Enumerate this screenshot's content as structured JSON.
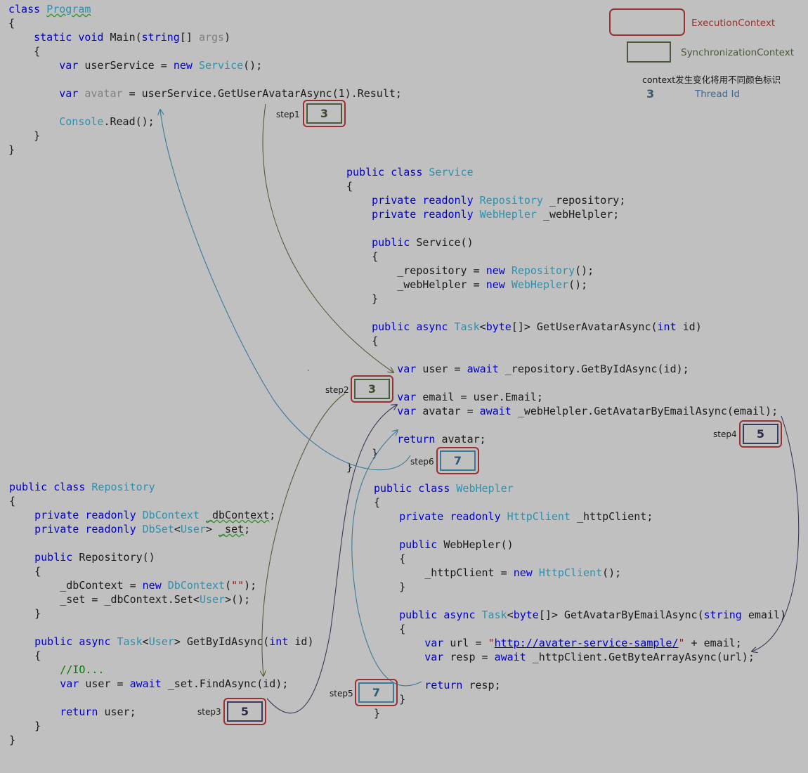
{
  "colors": {
    "background": "#c0c0c0",
    "execution_context": "#9a3030",
    "synchronization_context": "#4a5a3a",
    "keyword": "#0000d0",
    "type": "#2b91af",
    "comment": "#008000",
    "string": "#a31515",
    "arrow_olive": "#5a5a3a",
    "arrow_teal": "#3a7a9a",
    "arrow_dark": "#3a3a5a"
  },
  "legend": {
    "execution_context_label": "ExecutionContext",
    "synchronization_context_label": "SynchronizationContext",
    "note": "context发生变化将用不同颜色标识",
    "thread_sample": "3",
    "thread_id_label": "Thread Id"
  },
  "code": {
    "program": [
      [
        {
          "t": "class ",
          "c": "kw"
        },
        {
          "t": "Program",
          "c": "ty squig"
        }
      ],
      [
        {
          "t": "{"
        }
      ],
      [
        {
          "t": "    "
        },
        {
          "t": "static void ",
          "c": "kw"
        },
        {
          "t": "Main("
        },
        {
          "t": "string",
          "c": "kw"
        },
        {
          "t": "[] "
        },
        {
          "t": "args",
          "c": "gr"
        },
        {
          "t": ")"
        }
      ],
      [
        {
          "t": "    {"
        }
      ],
      [
        {
          "t": "        "
        },
        {
          "t": "var ",
          "c": "kw"
        },
        {
          "t": "userService = "
        },
        {
          "t": "new ",
          "c": "kw"
        },
        {
          "t": "Service",
          "c": "ty"
        },
        {
          "t": "();"
        }
      ],
      [
        {
          "t": ""
        }
      ],
      [
        {
          "t": "        "
        },
        {
          "t": "var ",
          "c": "kw"
        },
        {
          "t": "avatar",
          "c": "gr"
        },
        {
          "t": " = userService.GetUserAvatarAsync(1).Result;"
        }
      ],
      [
        {
          "t": ""
        }
      ],
      [
        {
          "t": "        "
        },
        {
          "t": "Console",
          "c": "ty"
        },
        {
          "t": ".Read();"
        }
      ],
      [
        {
          "t": "    }"
        }
      ],
      [
        {
          "t": "}"
        }
      ]
    ],
    "service": [
      [
        {
          "t": "public class ",
          "c": "kw"
        },
        {
          "t": "Service",
          "c": "ty"
        }
      ],
      [
        {
          "t": "{"
        }
      ],
      [
        {
          "t": "    "
        },
        {
          "t": "private readonly ",
          "c": "kw"
        },
        {
          "t": "Repository",
          "c": "ty"
        },
        {
          "t": " _repository;"
        }
      ],
      [
        {
          "t": "    "
        },
        {
          "t": "private readonly ",
          "c": "kw"
        },
        {
          "t": "WebHepler",
          "c": "ty"
        },
        {
          "t": " _webHelpler;"
        }
      ],
      [
        {
          "t": ""
        }
      ],
      [
        {
          "t": "    "
        },
        {
          "t": "public ",
          "c": "kw"
        },
        {
          "t": "Service()"
        }
      ],
      [
        {
          "t": "    {"
        }
      ],
      [
        {
          "t": "        _repository = "
        },
        {
          "t": "new ",
          "c": "kw"
        },
        {
          "t": "Repository",
          "c": "ty"
        },
        {
          "t": "();"
        }
      ],
      [
        {
          "t": "        _webHelpler = "
        },
        {
          "t": "new ",
          "c": "kw"
        },
        {
          "t": "WebHepler",
          "c": "ty"
        },
        {
          "t": "();"
        }
      ],
      [
        {
          "t": "    }"
        }
      ],
      [
        {
          "t": ""
        }
      ],
      [
        {
          "t": "    "
        },
        {
          "t": "public async ",
          "c": "kw"
        },
        {
          "t": "Task",
          "c": "ty"
        },
        {
          "t": "<"
        },
        {
          "t": "byte",
          "c": "kw"
        },
        {
          "t": "[]> GetUserAvatarAsync("
        },
        {
          "t": "int ",
          "c": "kw"
        },
        {
          "t": "id)"
        }
      ],
      [
        {
          "t": "    {"
        }
      ],
      [
        {
          "t": ""
        }
      ],
      [
        {
          "t": "        "
        },
        {
          "t": "var ",
          "c": "kw"
        },
        {
          "t": "user = "
        },
        {
          "t": "await ",
          "c": "kw"
        },
        {
          "t": "_repository.GetByIdAsync(id);"
        }
      ],
      [
        {
          "t": ""
        }
      ],
      [
        {
          "t": "        "
        },
        {
          "t": "var ",
          "c": "kw"
        },
        {
          "t": "email = user.Email;"
        }
      ],
      [
        {
          "t": "        "
        },
        {
          "t": "var ",
          "c": "kw"
        },
        {
          "t": "avatar = "
        },
        {
          "t": "await ",
          "c": "kw"
        },
        {
          "t": "_webHelpler.GetAvatarByEmailAsync(email);"
        }
      ],
      [
        {
          "t": ""
        }
      ],
      [
        {
          "t": "        "
        },
        {
          "t": "return ",
          "c": "kw"
        },
        {
          "t": "avatar;"
        }
      ],
      [
        {
          "t": "    }"
        }
      ],
      [
        {
          "t": "}"
        }
      ]
    ],
    "repository": [
      [
        {
          "t": "public class ",
          "c": "kw"
        },
        {
          "t": "Repository",
          "c": "ty"
        }
      ],
      [
        {
          "t": "{"
        }
      ],
      [
        {
          "t": "    "
        },
        {
          "t": "private readonly ",
          "c": "kw"
        },
        {
          "t": "DbContext",
          "c": "ty"
        },
        {
          "t": " "
        },
        {
          "t": "_dbContext",
          "c": "squig"
        },
        {
          "t": ";"
        }
      ],
      [
        {
          "t": "    "
        },
        {
          "t": "private readonly ",
          "c": "kw"
        },
        {
          "t": "DbSet",
          "c": "ty"
        },
        {
          "t": "<"
        },
        {
          "t": "User",
          "c": "ty"
        },
        {
          "t": "> "
        },
        {
          "t": "_set",
          "c": "squig"
        },
        {
          "t": ";"
        }
      ],
      [
        {
          "t": ""
        }
      ],
      [
        {
          "t": "    "
        },
        {
          "t": "public ",
          "c": "kw"
        },
        {
          "t": "Repository()"
        }
      ],
      [
        {
          "t": "    {"
        }
      ],
      [
        {
          "t": "        _dbContext = "
        },
        {
          "t": "new ",
          "c": "kw"
        },
        {
          "t": "DbContext",
          "c": "ty"
        },
        {
          "t": "("
        },
        {
          "t": "\"\"",
          "c": "st"
        },
        {
          "t": ");"
        }
      ],
      [
        {
          "t": "        _set = _dbContext.Set<"
        },
        {
          "t": "User",
          "c": "ty"
        },
        {
          "t": ">();"
        }
      ],
      [
        {
          "t": "    }"
        }
      ],
      [
        {
          "t": ""
        }
      ],
      [
        {
          "t": "    "
        },
        {
          "t": "public async ",
          "c": "kw"
        },
        {
          "t": "Task",
          "c": "ty"
        },
        {
          "t": "<"
        },
        {
          "t": "User",
          "c": "ty"
        },
        {
          "t": "> GetByIdAsync("
        },
        {
          "t": "int ",
          "c": "kw"
        },
        {
          "t": "id)"
        }
      ],
      [
        {
          "t": "    {"
        }
      ],
      [
        {
          "t": "        "
        },
        {
          "t": "//IO...",
          "c": "cm"
        }
      ],
      [
        {
          "t": "        "
        },
        {
          "t": "var ",
          "c": "kw"
        },
        {
          "t": "user = "
        },
        {
          "t": "await ",
          "c": "kw"
        },
        {
          "t": "_set.FindAsync(id);"
        }
      ],
      [
        {
          "t": ""
        }
      ],
      [
        {
          "t": "        "
        },
        {
          "t": "return ",
          "c": "kw"
        },
        {
          "t": "user;"
        }
      ],
      [
        {
          "t": "    }"
        }
      ],
      [
        {
          "t": "}"
        }
      ]
    ],
    "webhepler": [
      [
        {
          "t": "public class ",
          "c": "kw"
        },
        {
          "t": "WebHepler",
          "c": "ty"
        }
      ],
      [
        {
          "t": "{"
        }
      ],
      [
        {
          "t": "    "
        },
        {
          "t": "private readonly ",
          "c": "kw"
        },
        {
          "t": "HttpClient",
          "c": "ty"
        },
        {
          "t": " _httpClient;"
        }
      ],
      [
        {
          "t": ""
        }
      ],
      [
        {
          "t": "    "
        },
        {
          "t": "public ",
          "c": "kw"
        },
        {
          "t": "WebHepler()"
        }
      ],
      [
        {
          "t": "    {"
        }
      ],
      [
        {
          "t": "        _httpClient = "
        },
        {
          "t": "new ",
          "c": "kw"
        },
        {
          "t": "HttpClient",
          "c": "ty"
        },
        {
          "t": "();"
        }
      ],
      [
        {
          "t": "    }"
        }
      ],
      [
        {
          "t": ""
        }
      ],
      [
        {
          "t": "    "
        },
        {
          "t": "public async ",
          "c": "kw"
        },
        {
          "t": "Task",
          "c": "ty"
        },
        {
          "t": "<"
        },
        {
          "t": "byte",
          "c": "kw"
        },
        {
          "t": "[]> GetAvatarByEmailAsync("
        },
        {
          "t": "string ",
          "c": "kw"
        },
        {
          "t": "email)"
        }
      ],
      [
        {
          "t": "    {"
        }
      ],
      [
        {
          "t": "        "
        },
        {
          "t": "var ",
          "c": "kw"
        },
        {
          "t": "url = "
        },
        {
          "t": "\"",
          "c": "st"
        },
        {
          "t": "http://avater-service-sample/",
          "c": "url"
        },
        {
          "t": "\"",
          "c": "st"
        },
        {
          "t": " + email;"
        }
      ],
      [
        {
          "t": "        "
        },
        {
          "t": "var ",
          "c": "kw"
        },
        {
          "t": "resp = "
        },
        {
          "t": "await ",
          "c": "kw"
        },
        {
          "t": "_httpClient.GetByteArrayAsync(url);"
        }
      ],
      [
        {
          "t": ""
        }
      ],
      [
        {
          "t": "        "
        },
        {
          "t": "return ",
          "c": "kw"
        },
        {
          "t": "resp;"
        }
      ],
      [
        {
          "t": "    }"
        }
      ],
      [
        {
          "t": "}"
        }
      ]
    ]
  },
  "steps": [
    {
      "label": "step1",
      "thread": "3",
      "sync_color": "#4a5a3a"
    },
    {
      "label": "step2",
      "thread": "3",
      "sync_color": "#4a5a3a"
    },
    {
      "label": "step3",
      "thread": "5",
      "sync_color": "#3a3a5a"
    },
    {
      "label": "step4",
      "thread": "5",
      "sync_color": "#3a3a5a"
    },
    {
      "label": "step5",
      "thread": "7",
      "sync_color": "#3a7a9a"
    },
    {
      "label": "step6",
      "thread": "7",
      "sync_color": "#3a7a9a"
    }
  ]
}
